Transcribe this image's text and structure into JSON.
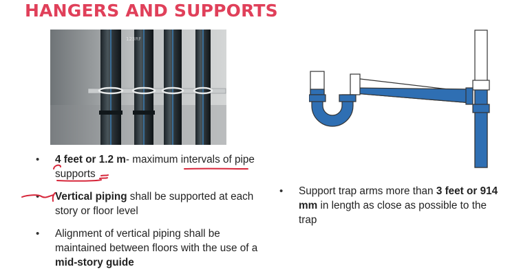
{
  "title": "HANGERS AND SUPPORTS",
  "photo": {
    "watermark": "123RF",
    "description_icon": "pipes-photo"
  },
  "left_bullets": [
    {
      "parts": [
        {
          "b": "4 feet or 1.2 m"
        },
        {
          "t": "- maximum intervals of pipe supports"
        }
      ]
    },
    {
      "parts": [
        {
          "b": "Vertical piping"
        },
        {
          "t": " shall be supported at each story or floor level"
        }
      ]
    },
    {
      "parts": [
        {
          "t": "Alignment of vertical piping shall be maintained between floors with the use of a "
        },
        {
          "b": "mid-story guide"
        }
      ]
    }
  ],
  "right_bullets": [
    {
      "parts": [
        {
          "t": "Support trap arms more than "
        },
        {
          "b": "3 feet or 914 mm"
        },
        {
          "t": " in length as close as possible to the trap"
        }
      ]
    }
  ],
  "colors": {
    "title": "#e0405a",
    "water": "#2a6fb5",
    "ink": "#d6263a"
  }
}
